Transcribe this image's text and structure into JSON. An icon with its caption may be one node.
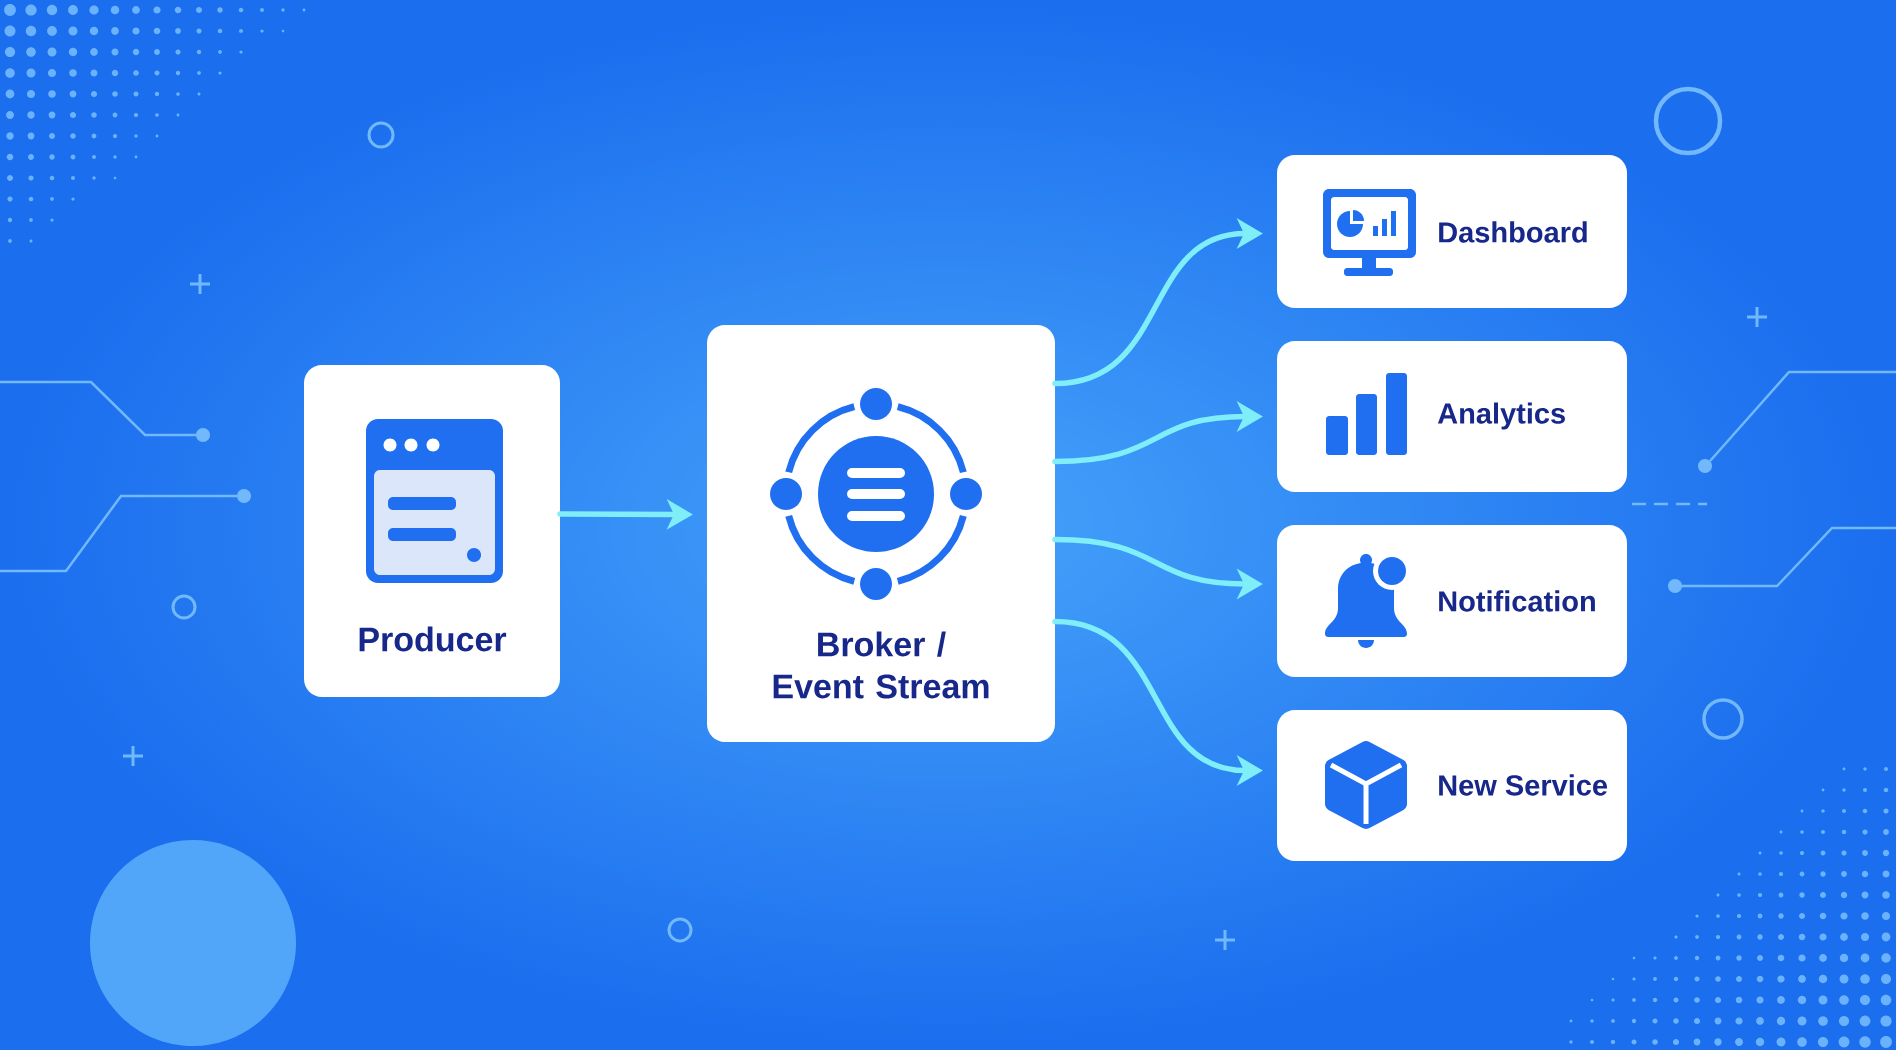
{
  "diagram": {
    "nodes": [
      {
        "text": [
          "Producer"
        ]
      },
      {
        "text": [
          "Broker / Event Stream"
        ]
      },
      {
        "text": [
          "Dashboard"
        ]
      },
      {
        "text": [
          "Analytics"
        ]
      },
      {
        "text": [
          "Notification"
        ]
      },
      {
        "text": [
          "New Service"
        ]
      }
    ],
    "edges": [
      {
        "from": 0,
        "to": 1,
        "arrow": "to"
      },
      {
        "from": 1,
        "to": 2,
        "arrow": "to"
      },
      {
        "from": 1,
        "to": 3,
        "arrow": "to"
      },
      {
        "from": 1,
        "to": 4,
        "arrow": "to"
      },
      {
        "from": 1,
        "to": 5,
        "arrow": "to"
      }
    ]
  }
}
